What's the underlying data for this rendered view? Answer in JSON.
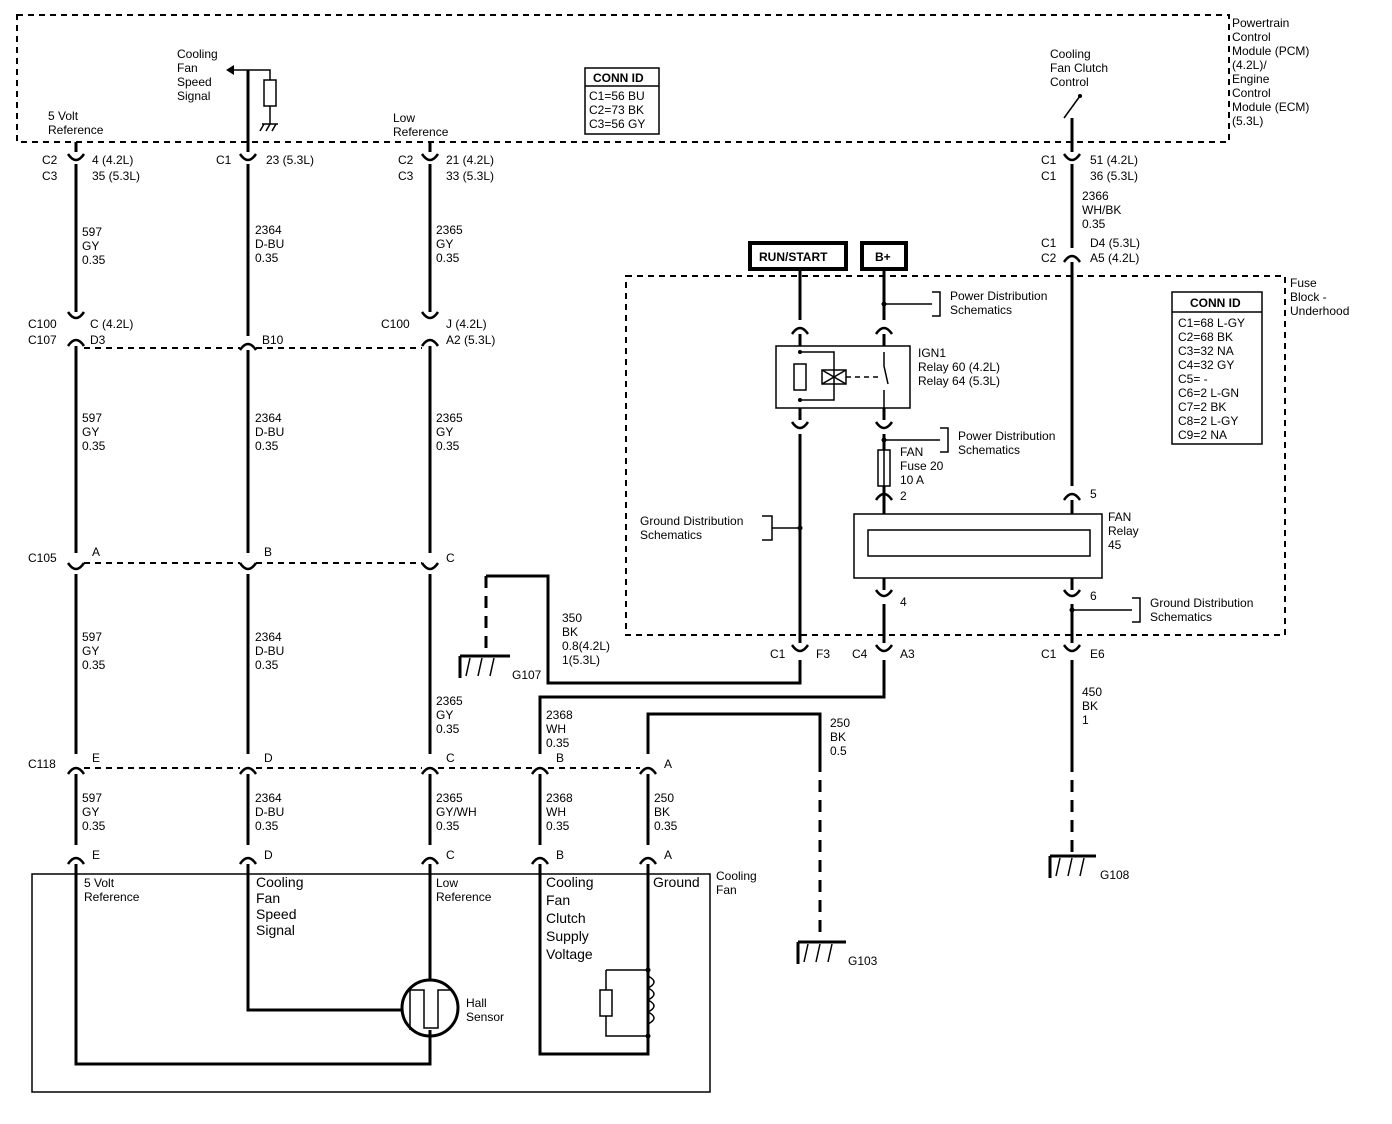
{
  "pcm": {
    "label": [
      "Powertrain",
      "Control",
      "Module (PCM)",
      "(4.2L)/",
      "Engine",
      "Control",
      "Module (ECM)",
      "(5.3L)"
    ],
    "ref_5v": [
      "5 Volt",
      "Reference"
    ],
    "speed_signal": [
      "Cooling",
      "Fan",
      "Speed",
      "Signal"
    ],
    "low_ref": [
      "Low",
      "Reference"
    ],
    "clutch_control": [
      "Cooling",
      "Fan Clutch",
      "Control"
    ],
    "conn_id": {
      "title": "CONN ID",
      "rows": [
        "C1=56 BU",
        "C2=73 BK",
        "C3=56 GY"
      ]
    }
  },
  "wires": {
    "w597": [
      "597",
      "GY",
      "0.35"
    ],
    "w2364": [
      "2364",
      "D-BU",
      "0.35"
    ],
    "w2365": [
      "2365",
      "GY",
      "0.35"
    ],
    "w2365_wh": [
      "2365",
      "GY/WH",
      "0.35"
    ],
    "w2366": [
      "2366",
      "WH/BK",
      "0.35"
    ],
    "w2368": [
      "2368",
      "WH",
      "0.35"
    ],
    "w250": [
      "250",
      "BK",
      "0.35"
    ],
    "w250g": [
      "250",
      "BK",
      "0.5"
    ],
    "w350": [
      "350",
      "BK",
      "0.8(4.2L)",
      "1(5.3L)"
    ],
    "w450": [
      "450",
      "BK",
      "1"
    ]
  },
  "conn": {
    "c2c3": [
      "C2",
      "C3"
    ],
    "c1c1": [
      "C1",
      "C1"
    ],
    "c1c2": [
      "C1",
      "C2"
    ],
    "c100c107": [
      "C100",
      "C107"
    ],
    "c1": "C1",
    "c4": "C4",
    "c100": "C100",
    "c105": "C105",
    "c118": "C118",
    "p_4_35": [
      "4 (4.2L)",
      "35 (5.3L)"
    ],
    "p_23": "23 (5.3L)",
    "p_21_33": [
      "21 (4.2L)",
      "33 (5.3L)"
    ],
    "p_51_36": [
      "51 (4.2L)",
      "36 (5.3L)"
    ],
    "p_d4_a5": [
      "D4 (5.3L)",
      "A5 (4.2L)"
    ],
    "p_c_d3": [
      "C (4.2L)",
      "D3"
    ],
    "p_b10": "B10",
    "p_j_a2": [
      "J (4.2L)",
      "A2 (5.3L)"
    ],
    "A": "A",
    "B": "B",
    "C": "C",
    "D": "D",
    "E": "E",
    "F3": "F3",
    "A3": "A3",
    "E6": "E6",
    "n2": "2",
    "n4": "4",
    "n5": "5",
    "n6": "6"
  },
  "fuse_block": {
    "label": [
      "Fuse",
      "Block -",
      "Underhood"
    ],
    "run_start": "RUN/START",
    "bplus": "B+",
    "power_dist": [
      "Power Distribution",
      "Schematics"
    ],
    "ground_dist": [
      "Ground Distribution",
      "Schematics"
    ],
    "ign1": [
      "IGN1",
      "Relay 60 (4.2L)",
      "Relay 64 (5.3L)"
    ],
    "fuse": [
      "FAN",
      "Fuse 20",
      "10 A"
    ],
    "fan_relay": [
      "FAN",
      "Relay",
      "45"
    ],
    "conn_id": {
      "title": "CONN ID",
      "rows": [
        "C1=68 L-GY",
        "C2=68 BK",
        "C3=32 NA",
        "C4=32 GY",
        "C5= -",
        "C6=2 L-GN",
        "C7=2 BK",
        "C8=2 L-GY",
        "C9=2 NA"
      ]
    }
  },
  "grounds": {
    "g107": "G107",
    "g103": "G103",
    "g108": "G108"
  },
  "fan": {
    "label": [
      "Cooling",
      "Fan"
    ],
    "ref_5v": [
      "5 Volt",
      "Reference"
    ],
    "speed_signal": [
      "Cooling",
      "Fan",
      "Speed",
      "Signal"
    ],
    "low_ref": [
      "Low",
      "Reference"
    ],
    "clutch_supply": [
      "Cooling",
      "Fan",
      "Clutch",
      "Supply",
      "Voltage"
    ],
    "ground": "Ground",
    "hall": [
      "Hall",
      "Sensor"
    ]
  }
}
